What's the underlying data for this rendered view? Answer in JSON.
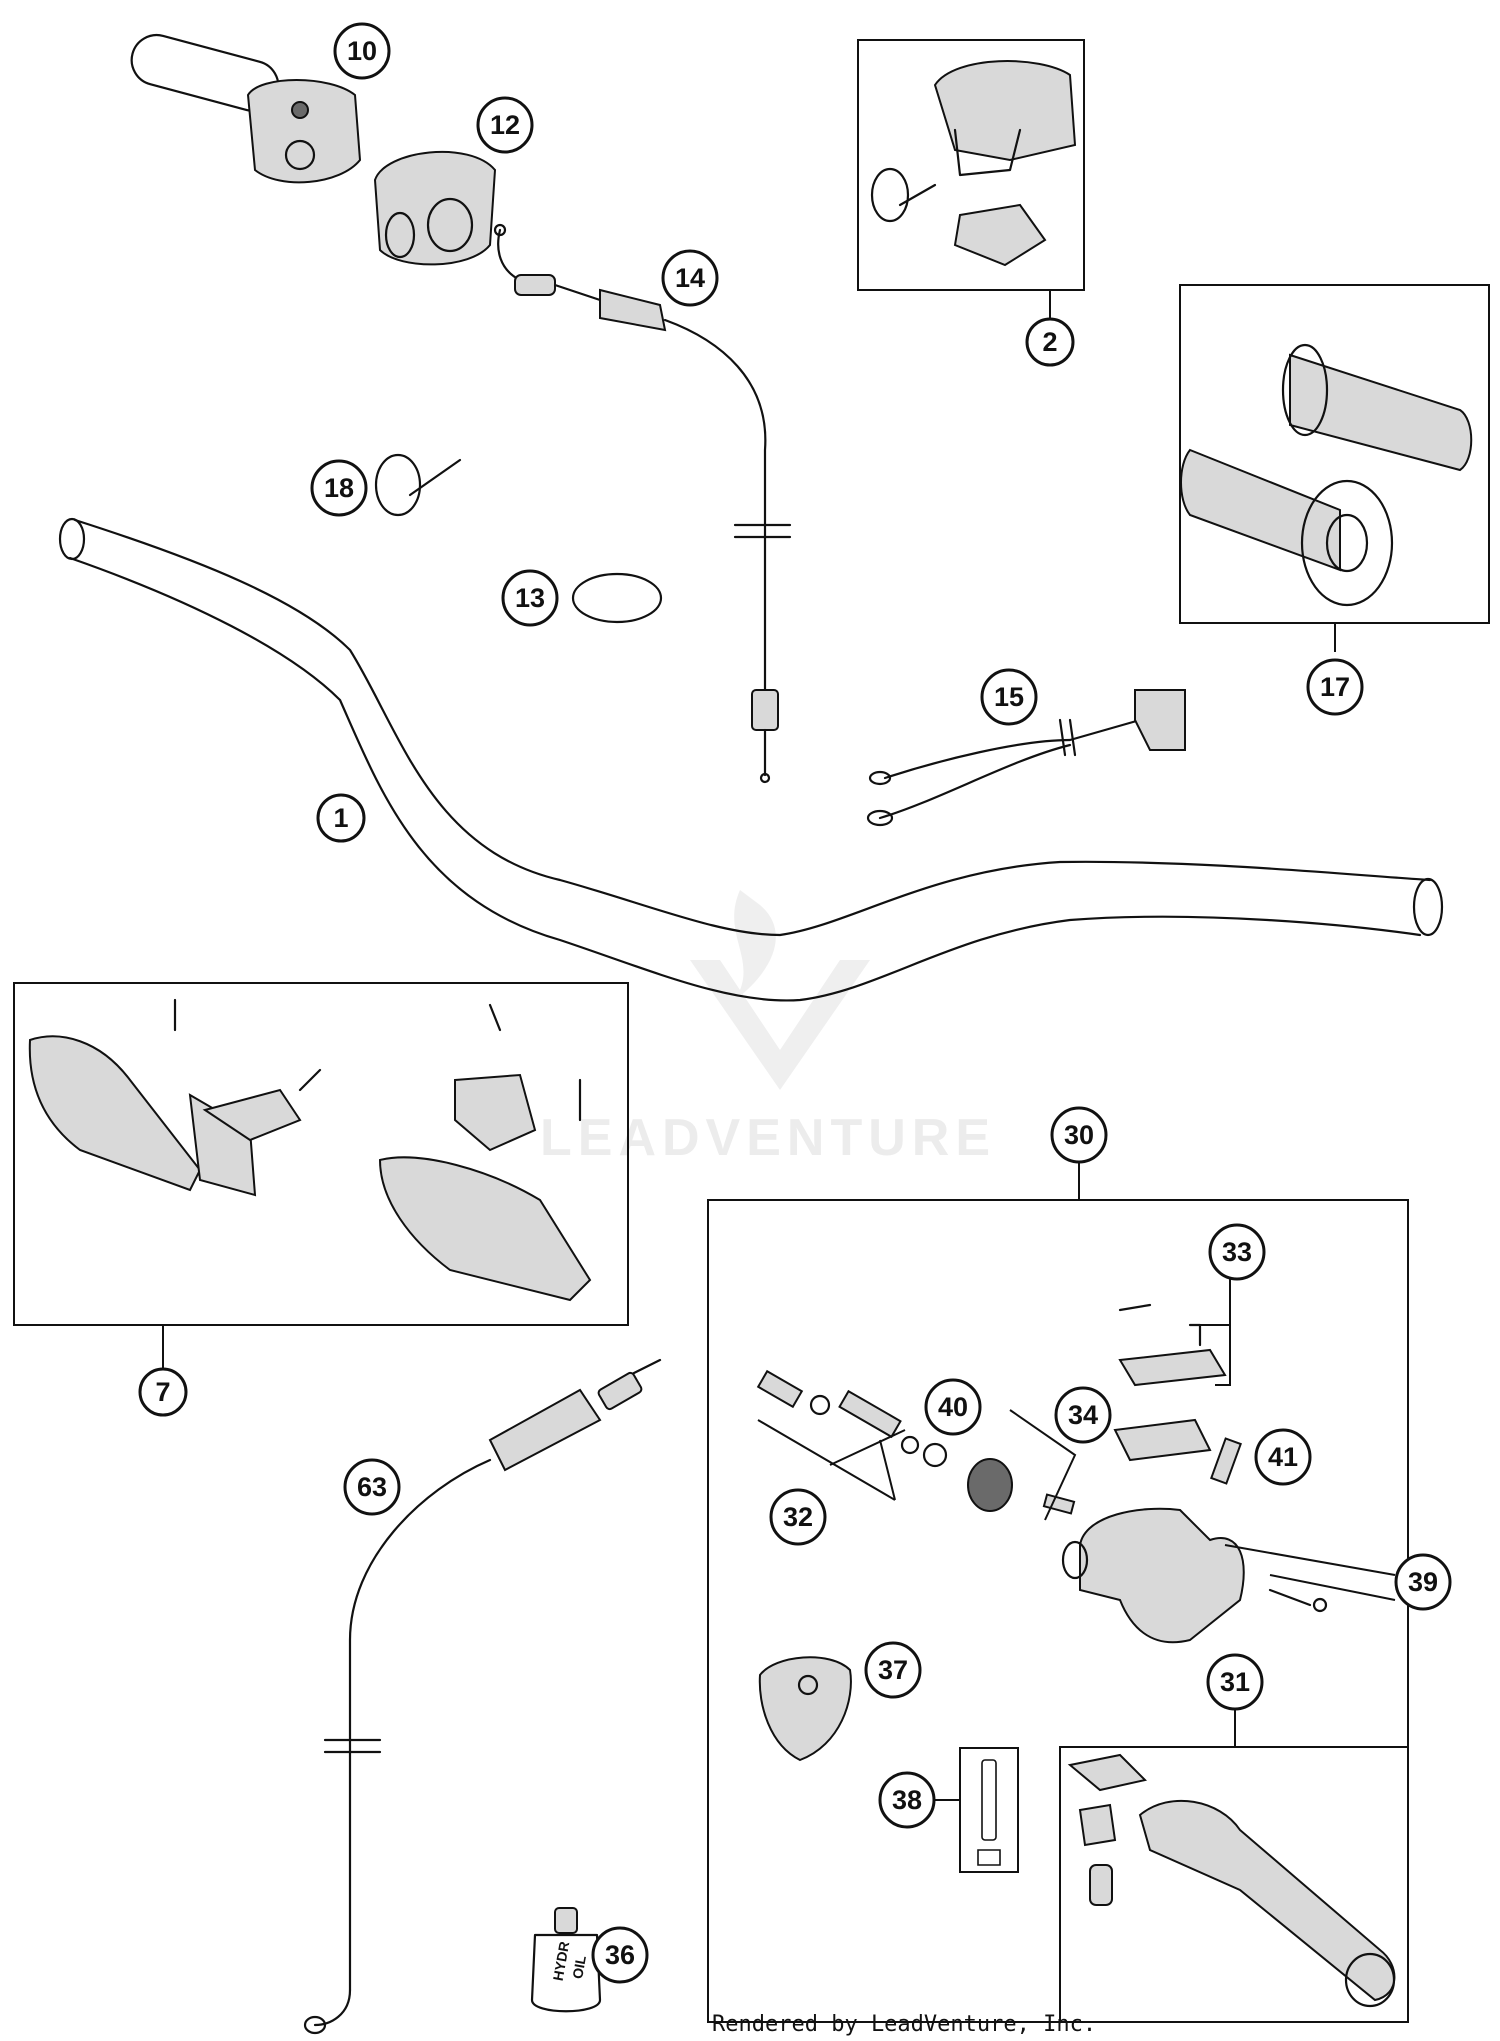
{
  "diagram": {
    "credit": "Rendered by LeadVenture, Inc.",
    "watermark": "LEADVENTURE",
    "callouts": [
      "1",
      "2",
      "7",
      "10",
      "12",
      "13",
      "14",
      "15",
      "17",
      "18",
      "30",
      "31",
      "32",
      "33",
      "34",
      "36",
      "37",
      "38",
      "39",
      "40",
      "41",
      "63"
    ],
    "bottle_label_line1": "HYDR",
    "bottle_label_line2": "OIL"
  }
}
